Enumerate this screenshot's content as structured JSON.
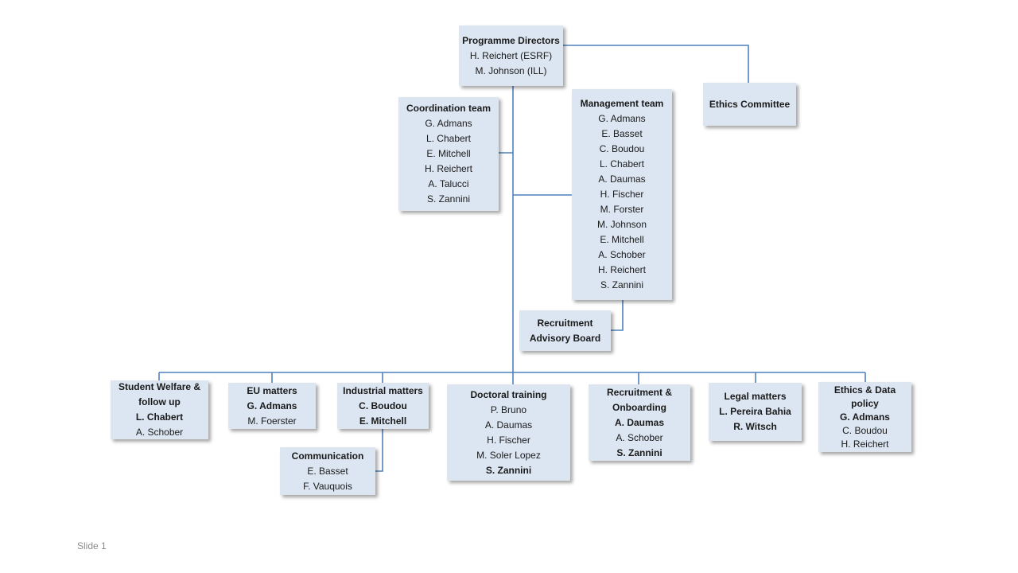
{
  "slide": {
    "footer_label": "Slide 1"
  },
  "colors": {
    "box_fill": "#dce6f2",
    "box_border": "#dfe5ec",
    "connector": "#4f81bd",
    "text": "#1a1a1a",
    "footer_text": "#898989"
  },
  "boxes": {
    "programme-directors": {
      "title": "Programme Directors",
      "members": [
        {
          "text": "H. Reichert (ESRF)",
          "bold": false
        },
        {
          "text": "M. Johnson (ILL)",
          "bold": false
        }
      ]
    },
    "coordination-team": {
      "title": "Coordination team",
      "members": [
        {
          "text": "G. Admans",
          "bold": false
        },
        {
          "text": "L. Chabert",
          "bold": false
        },
        {
          "text": "E. Mitchell",
          "bold": false
        },
        {
          "text": "H. Reichert",
          "bold": false
        },
        {
          "text": "A. Talucci",
          "bold": false
        },
        {
          "text": "S. Zannini",
          "bold": false
        }
      ]
    },
    "management-team": {
      "title": "Management team",
      "members": [
        {
          "text": "G. Admans",
          "bold": false
        },
        {
          "text": "E. Basset",
          "bold": false
        },
        {
          "text": "C. Boudou",
          "bold": false
        },
        {
          "text": "L. Chabert",
          "bold": false
        },
        {
          "text": "A. Daumas",
          "bold": false
        },
        {
          "text": "H. Fischer",
          "bold": false
        },
        {
          "text": "M. Forster",
          "bold": false
        },
        {
          "text": "M. Johnson",
          "bold": false
        },
        {
          "text": "E. Mitchell",
          "bold": false
        },
        {
          "text": "A. Schober",
          "bold": false
        },
        {
          "text": "H. Reichert",
          "bold": false
        },
        {
          "text": "S. Zannini",
          "bold": false
        }
      ]
    },
    "ethics-committee": {
      "title": "Ethics Committee",
      "members": []
    },
    "recruitment-advisory-board": {
      "title": "Recruitment Advisory Board",
      "members": []
    },
    "student-welfare": {
      "title": "Student Welfare & follow up",
      "members": [
        {
          "text": "L. Chabert",
          "bold": true
        },
        {
          "text": "A. Schober",
          "bold": false
        }
      ]
    },
    "eu-matters": {
      "title": "EU matters",
      "members": [
        {
          "text": "G. Admans",
          "bold": true
        },
        {
          "text": "M. Foerster",
          "bold": false
        }
      ]
    },
    "industrial-matters": {
      "title": "Industrial matters",
      "members": [
        {
          "text": "C. Boudou",
          "bold": true
        },
        {
          "text": "E. Mitchell",
          "bold": true
        }
      ]
    },
    "doctoral-training": {
      "title": "Doctoral training",
      "members": [
        {
          "text": "P. Bruno",
          "bold": false
        },
        {
          "text": "A. Daumas",
          "bold": false
        },
        {
          "text": "H. Fischer",
          "bold": false
        },
        {
          "text": "M. Soler Lopez",
          "bold": false
        },
        {
          "text": "S. Zannini",
          "bold": true
        }
      ]
    },
    "recruitment-onboarding": {
      "title": "Recruitment & Onboarding",
      "members": [
        {
          "text": "A. Daumas",
          "bold": true
        },
        {
          "text": "A. Schober",
          "bold": false
        },
        {
          "text": "S. Zannini",
          "bold": true
        }
      ]
    },
    "legal-matters": {
      "title": "Legal matters",
      "members": [
        {
          "text": "L. Pereira Bahia",
          "bold": true
        },
        {
          "text": "R. Witsch",
          "bold": true
        }
      ]
    },
    "ethics-data-policy": {
      "title": "Ethics & Data policy",
      "members": [
        {
          "text": "G. Admans",
          "bold": true
        },
        {
          "text": "C. Boudou",
          "bold": false
        },
        {
          "text": "H. Reichert",
          "bold": false
        }
      ]
    },
    "communication": {
      "title": "Communication",
      "members": [
        {
          "text": "E. Basset",
          "bold": false
        },
        {
          "text": "F. Vauquois",
          "bold": false
        }
      ]
    }
  }
}
